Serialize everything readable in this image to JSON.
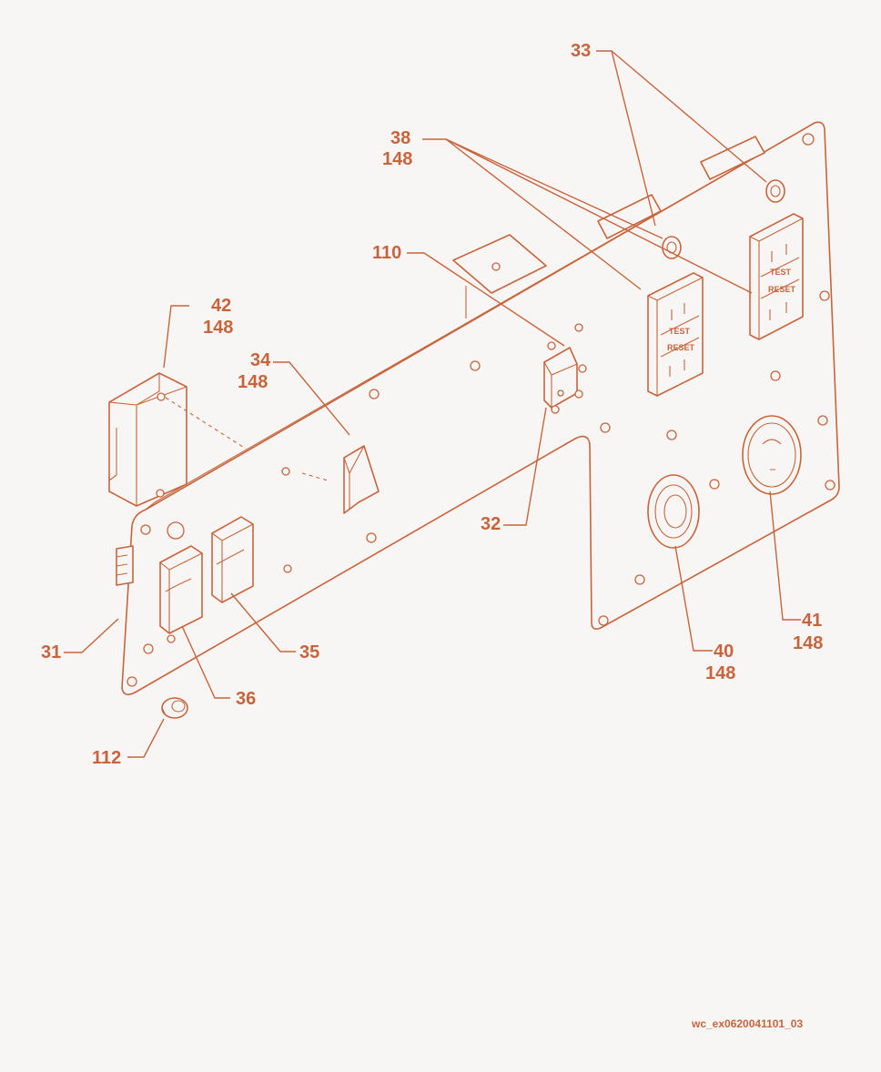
{
  "callouts": {
    "c33": "33",
    "c38": "38",
    "c38b": "148",
    "c110": "110",
    "c42": "42",
    "c42b": "148",
    "c34": "34",
    "c34b": "148",
    "c32": "32",
    "c41": "41",
    "c41b": "148",
    "c40": "40",
    "c40b": "148",
    "c31": "31",
    "c35": "35",
    "c36": "36",
    "c112": "112"
  },
  "reference": "wc_ex0620041101_03",
  "receptacle_labels": {
    "test_upper": "TEST",
    "reset_upper": "RESET",
    "test_lower": "TEST",
    "reset_lower": "RESET"
  },
  "colors": {
    "line": "#c8643c",
    "background": "#f8f6f4"
  }
}
